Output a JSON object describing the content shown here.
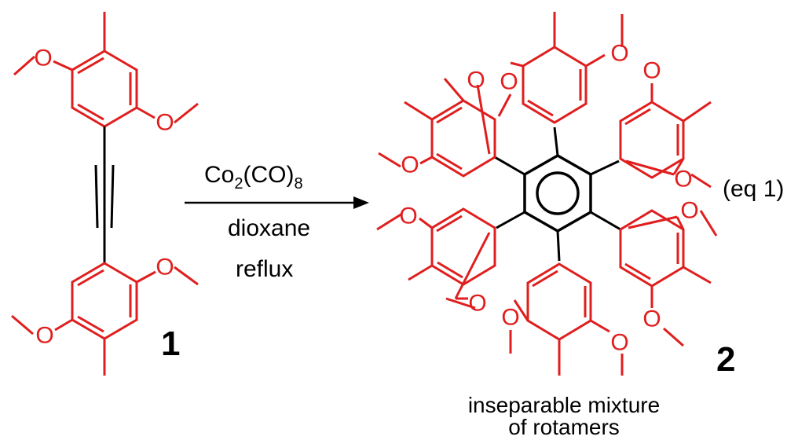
{
  "reagent": {
    "formula_main": "Co",
    "sub1": "2",
    "mid": "(CO)",
    "sub2": "8"
  },
  "conditions": {
    "solvent": "dioxane",
    "temperature": "reflux"
  },
  "equation_label": "(eq 1)",
  "compound_labels": {
    "reactant": "1",
    "product": "2"
  },
  "product_note": {
    "line1": "inseparable mixture",
    "line2": "of rotamers"
  },
  "atoms": {
    "oxygen": "O"
  },
  "colors": {
    "aryl": "#e01e1e",
    "core": "#000000"
  }
}
